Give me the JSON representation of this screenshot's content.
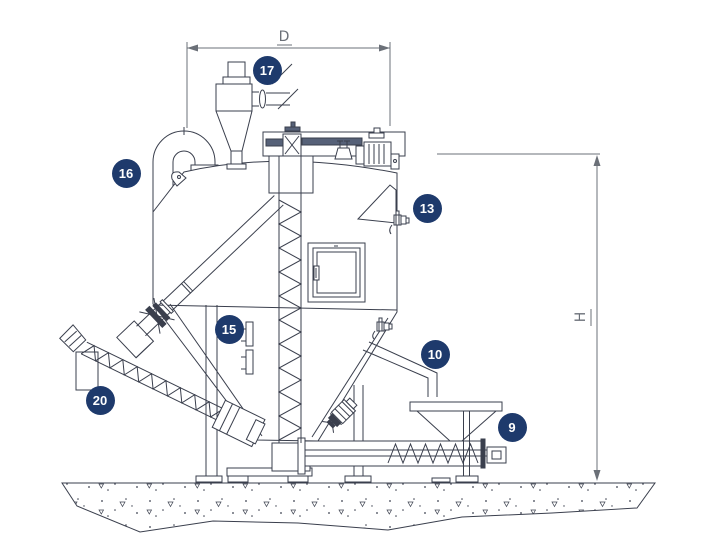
{
  "figure": {
    "background": "#ffffff",
    "line_color": "#3a3f4d",
    "dim_color": "#6b7078",
    "badge_color": "#1e3a6c",
    "badge_text_color": "#ffffff"
  },
  "dimensions": {
    "width_label": "D",
    "height_label": "H"
  },
  "callouts": [
    {
      "number": "17"
    },
    {
      "number": "16"
    },
    {
      "number": "13"
    },
    {
      "number": "15"
    },
    {
      "number": "10"
    },
    {
      "number": "20"
    },
    {
      "number": "9"
    }
  ]
}
